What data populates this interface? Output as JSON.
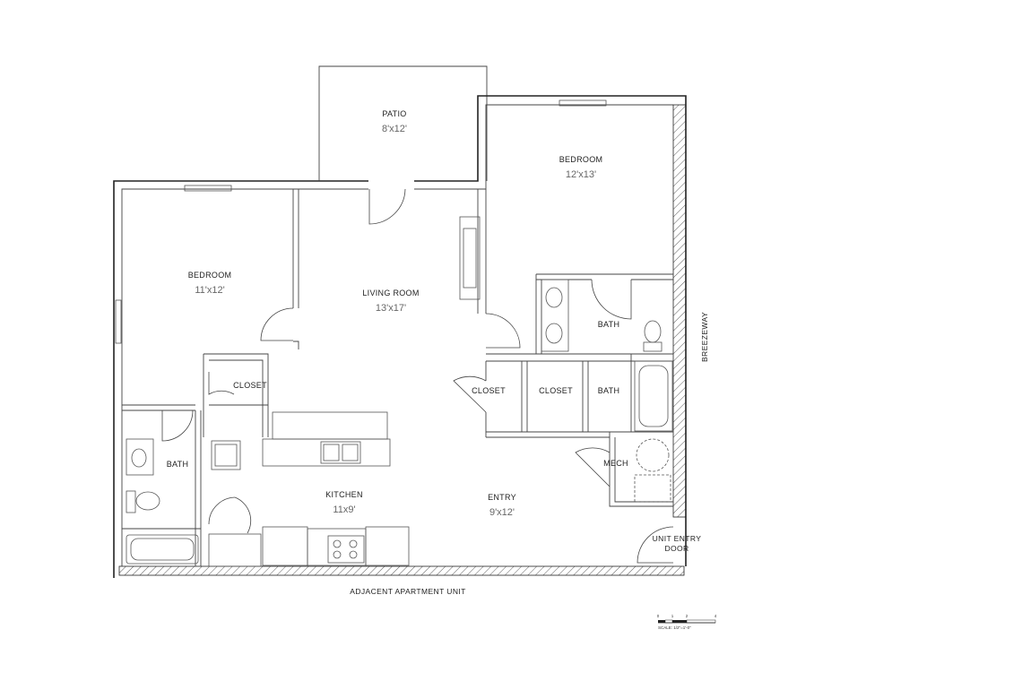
{
  "rooms": {
    "patio": {
      "label": "PATIO",
      "dim": "8'x12'"
    },
    "bedroom_right": {
      "label": "BEDROOM",
      "dim": "12'x13'"
    },
    "bedroom_left": {
      "label": "BEDROOM",
      "dim": "11'x12'"
    },
    "living": {
      "label": "LIVING ROOM",
      "dim": "13'x17'"
    },
    "closet_left": {
      "label": "CLOSET"
    },
    "bath_left": {
      "label": "BATH"
    },
    "kitchen": {
      "label": "KITCHEN",
      "dim": "11x9'"
    },
    "entry": {
      "label": "ENTRY",
      "dim": "9'x12'"
    },
    "bath_right_top": {
      "label": "BATH"
    },
    "closet_mid_1": {
      "label": "CLOSET"
    },
    "closet_mid_2": {
      "label": "CLOSET"
    },
    "bath_right_mid": {
      "label": "BATH"
    },
    "mech": {
      "label": "MECH"
    }
  },
  "exterior": {
    "breezeway": "BREEZEWAY",
    "adjacent": "ADJACENT APARTMENT UNIT",
    "entry_door_line1": "UNIT ENTRY",
    "entry_door_line2": "DOOR"
  },
  "scale_bar": {
    "ticks": [
      "0",
      "1",
      "2",
      "4"
    ],
    "caption": "SCALE: 1/2\"=1'-0\""
  }
}
